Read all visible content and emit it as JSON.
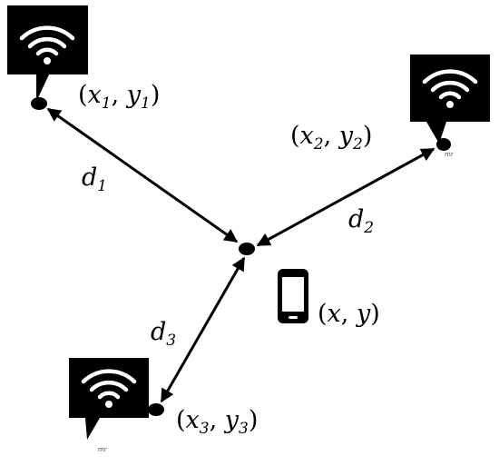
{
  "colors": {
    "ink": "#000000",
    "background": "#ffffff",
    "wifi": "#ffffff"
  },
  "icons": {
    "access_point": "wifi-icon",
    "device": "smartphone-icon"
  },
  "labels": {
    "ap1": {
      "var_x": "x",
      "sub_x": "1",
      "var_y": "y",
      "sub_y": "1"
    },
    "ap2": {
      "var_x": "x",
      "sub_x": "2",
      "var_y": "y",
      "sub_y": "2"
    },
    "ap3": {
      "var_x": "x",
      "sub_x": "3",
      "var_y": "y",
      "sub_y": "3"
    },
    "device": {
      "var_x": "x",
      "var_y": "y"
    },
    "d1": {
      "var": "d",
      "sub": "1"
    },
    "d2": {
      "var": "d",
      "sub": "2"
    },
    "d3": {
      "var": "d",
      "sub": "3"
    },
    "watermark": "mr"
  }
}
